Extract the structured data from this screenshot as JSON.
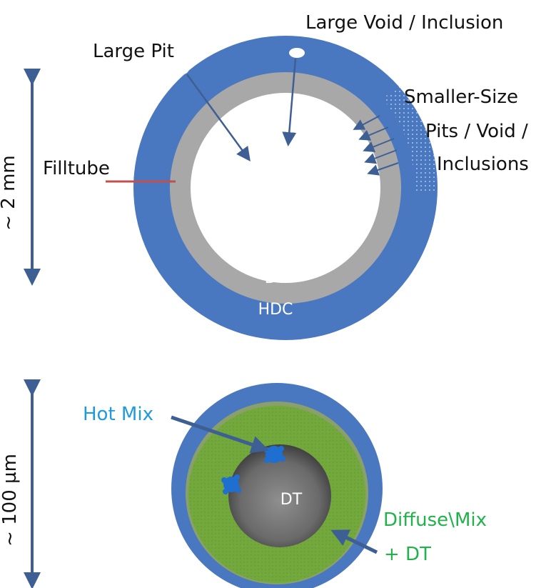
{
  "capsule_diagram": {
    "scale_label": "~ 2 mm",
    "labels": {
      "large_void": "Large Void / Inclusion",
      "large_pit": "Large Pit",
      "smaller_pits_line1": "Smaller-Size",
      "smaller_pits_line2": "Pits / Void /",
      "smaller_pits_line3": "Inclusions",
      "filltube": "Filltube",
      "dt_layer": "DT",
      "hdc_layer": "HDC"
    }
  },
  "mix_diagram": {
    "scale_label": "~ 100 µm",
    "labels": {
      "hot_mix": "Hot Mix",
      "dt_core": "DT",
      "diffuse_line1": "Diffuse\\Mix",
      "diffuse_line2": "+ DT"
    }
  },
  "colors": {
    "hdc_blue": "#4A78C0",
    "dt_gray": "#A8A8A8",
    "arrow_blue": "#3E5F93",
    "filltube_red": "#C0504D",
    "hot_mix_text": "#1E9BE0",
    "diffuse_text": "#22B24C",
    "green_mix": "#73A83D",
    "hot_spot": "#1F6FD0"
  }
}
